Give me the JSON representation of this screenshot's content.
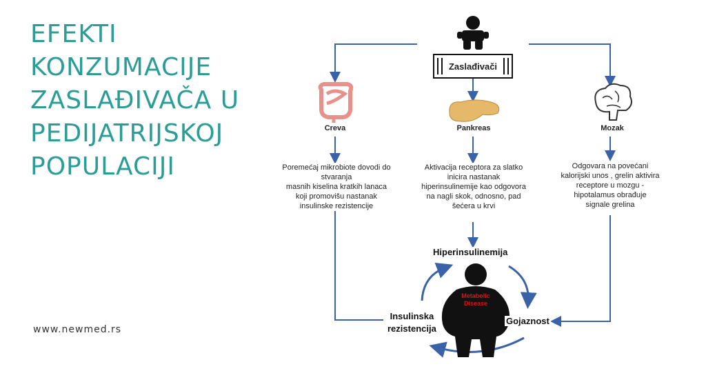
{
  "title": {
    "lines": [
      "EFEKTI",
      "KONZUMACIJE",
      "ZASLAĐIVAČA U",
      "PEDIJATRIJSKOJ",
      "POPULACIJI"
    ]
  },
  "website": "www.newmed.rs",
  "diagram": {
    "top_box": "Zaslađivači",
    "organs": {
      "creva": "Creva",
      "pankreas": "Pankreas",
      "mozak": "Mozak"
    },
    "descriptions": {
      "creva": [
        "Poremećaj mikrobiote  dovodi do",
        "stvaranja",
        "masnih kiselina kratkih lanaca",
        "koji promovišu nastanak",
        "insulinske rezistencije"
      ],
      "pankreas": [
        "Aktivacija receptora za slatko",
        "inicira nastanak",
        "hiperinsulinemije kao odgovora",
        "na nagli skok, odnosno, pad",
        "šećera u krvi"
      ],
      "mozak": [
        "Odgovara na povećani",
        "kalorijski unos , grelin aktivira",
        "receptore u mozgu -",
        "hipotalamus obrađuje",
        "signale grelina"
      ]
    },
    "cycle": {
      "top": "Hiperinsulinemija",
      "right": "Gojaznost",
      "left_line1": "Insulinska",
      "left_line2": "rezistencija",
      "figure_text_line1": "Metabolic",
      "figure_text_line2": "Disease"
    },
    "colors": {
      "title": "#2a9d97",
      "arrow": "#3a62a8",
      "intestine": "#e8908a",
      "pancreas": "#e6b86a",
      "figure": "#111111",
      "figure_text": "#d01818"
    }
  }
}
